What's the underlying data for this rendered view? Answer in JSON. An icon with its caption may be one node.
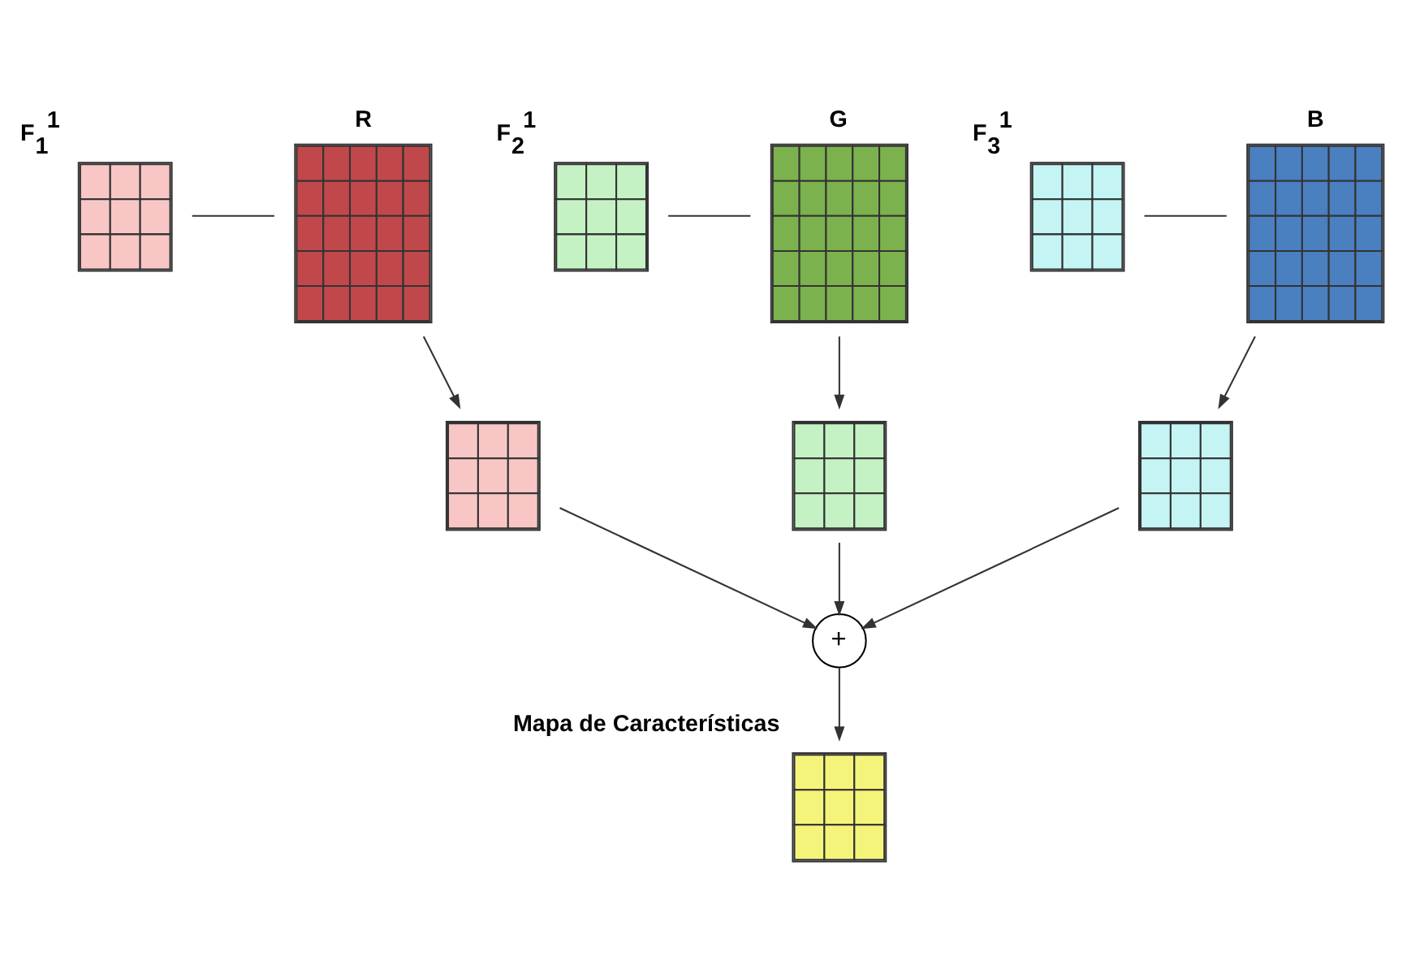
{
  "diagram": {
    "nodes": [
      {
        "text": [],
        "shape": "box",
        "beside": [
          "F$_{1}$$^{1}$"
        ]
      },
      {
        "text": [
          "R"
        ]
      },
      {
        "text": [],
        "shape": "box",
        "beside": [
          "F$_{2}$$^{1}$"
        ]
      },
      {
        "text": [
          "G"
        ]
      },
      {
        "text": [],
        "shape": "box",
        "beside": [
          "F$_{3}$$^{1}$"
        ]
      },
      {
        "text": [
          "B"
        ]
      },
      {
        "text": [],
        "shape": "box"
      },
      {
        "text": [],
        "shape": "box"
      },
      {
        "text": [],
        "shape": "box"
      },
      {
        "text": [
          "+"
        ]
      },
      {
        "text": [],
        "shape": "box",
        "beside": [
          "Mapa de Características"
        ]
      }
    ],
    "edges": [
      {
        "from": 0,
        "to": 1,
        "arrow": "none"
      },
      {
        "from": 2,
        "to": 3,
        "arrow": "none"
      },
      {
        "from": 4,
        "to": 5,
        "arrow": "none"
      },
      {
        "from": 1,
        "to": 6,
        "arrow": "to"
      },
      {
        "from": 3,
        "to": 7,
        "arrow": "to"
      },
      {
        "from": 5,
        "to": 8,
        "arrow": "to"
      },
      {
        "from": 6,
        "to": 9,
        "arrow": "to"
      },
      {
        "from": 7,
        "to": 9,
        "arrow": "to"
      },
      {
        "from": 8,
        "to": 9,
        "arrow": "to"
      },
      {
        "from": 9,
        "to": 10,
        "arrow": "to"
      }
    ]
  }
}
